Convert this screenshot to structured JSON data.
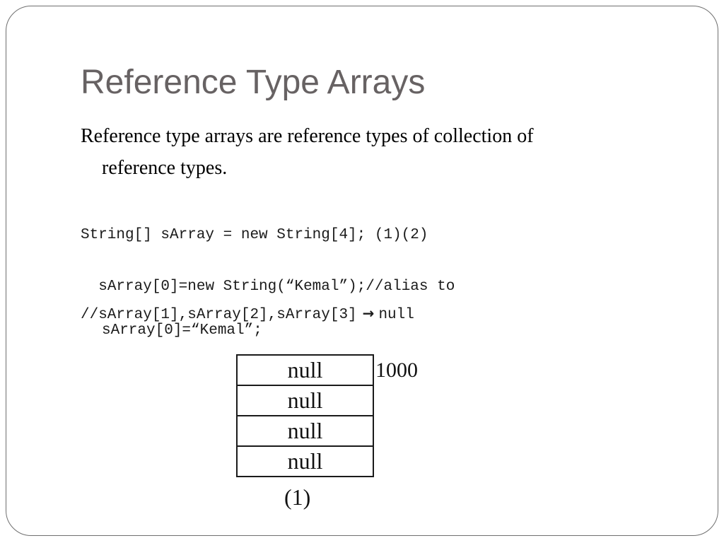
{
  "slide": {
    "title": "Reference Type Arrays",
    "body": {
      "line1": "Reference type arrays are reference types of collection of",
      "line2": "reference types."
    },
    "code": {
      "line1": "String[] sArray = new String[4]; (1)(2)",
      "line2": "sArray[0]=new String(“Kemal”);//alias to",
      "line2_cont": "sArray[0]=“Kemal”;",
      "line3_before": "//sArray[1],sArray[2],sArray[3]",
      "line3_arrow_icon": "right-arrow-icon",
      "line3_after": "null"
    },
    "figure": {
      "cells": [
        "null",
        "null",
        "null",
        "null"
      ],
      "address": "1000",
      "caption": "(1)"
    }
  }
}
